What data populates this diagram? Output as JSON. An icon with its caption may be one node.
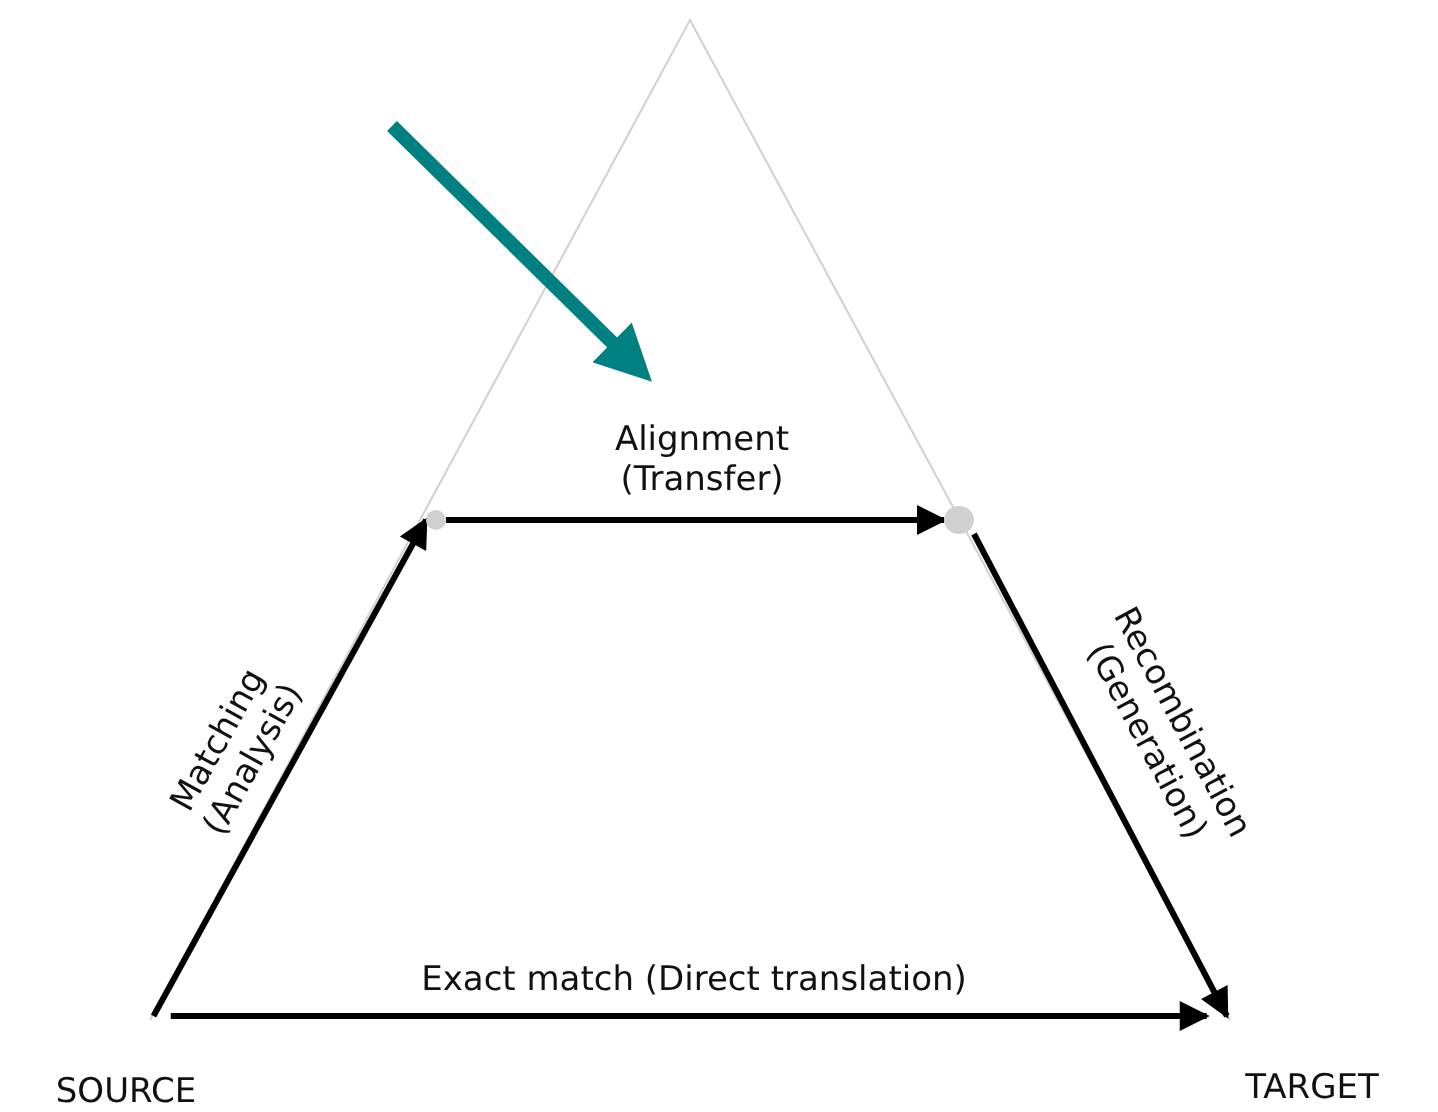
{
  "diagram": {
    "nodes": [
      {
        "text": [
          "SOURCE"
        ]
      },
      {
        "text": [
          "TARGET"
        ]
      },
      {
        "text": [],
        "shape": "point"
      },
      {
        "text": [],
        "shape": "point"
      }
    ],
    "edges": [
      {
        "from": 0,
        "to": 2,
        "arrow": "to",
        "label": "Matching (Analysis)"
      },
      {
        "from": 2,
        "to": 3,
        "arrow": "to",
        "label": "Alignment (Transfer)"
      },
      {
        "from": 3,
        "to": 1,
        "arrow": "to",
        "label": "Recombination (Generation)"
      },
      {
        "from": 0,
        "to": 1,
        "arrow": "to",
        "label": "Exact match (Direct translation)"
      }
    ]
  }
}
